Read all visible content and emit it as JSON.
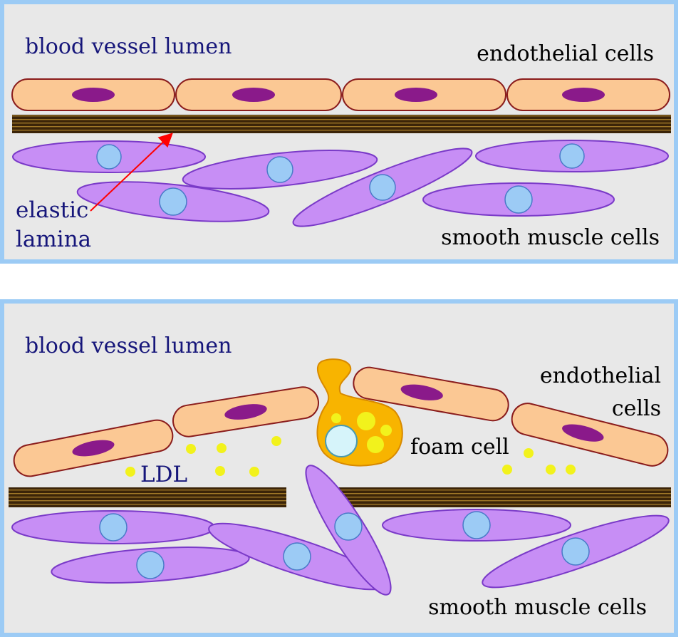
{
  "panel_normal": {
    "label_lumen": "blood vessel lumen",
    "label_endothelial": "endothelial cells",
    "label_elastic_1": "elastic",
    "label_elastic_2": "lamina",
    "label_smooth_muscle": "smooth muscle cells"
  },
  "panel_atherosclerosis": {
    "label_lumen": "blood vessel lumen",
    "label_endothelial_1": "endothelial",
    "label_endothelial_2": "cells",
    "label_foam_cell": "foam cell",
    "label_ldl": "LDL",
    "label_smooth_muscle": "smooth muscle cells"
  },
  "colors": {
    "frame": "#9ccbf5",
    "background": "#e8e8e8",
    "endothelial_fill": "#fbc894",
    "endothelial_stroke": "#8a1c1c",
    "nucleus_purple": "#8a1a8a",
    "smooth_muscle_fill": "#c78ef5",
    "smooth_muscle_stroke": "#7a3ac8",
    "muscle_nucleus": "#9ccbf5",
    "lamina": "#3b2408",
    "ldl": "#f2f21c",
    "foam_cell": "#f8b400",
    "arrow": "#ff0000"
  }
}
